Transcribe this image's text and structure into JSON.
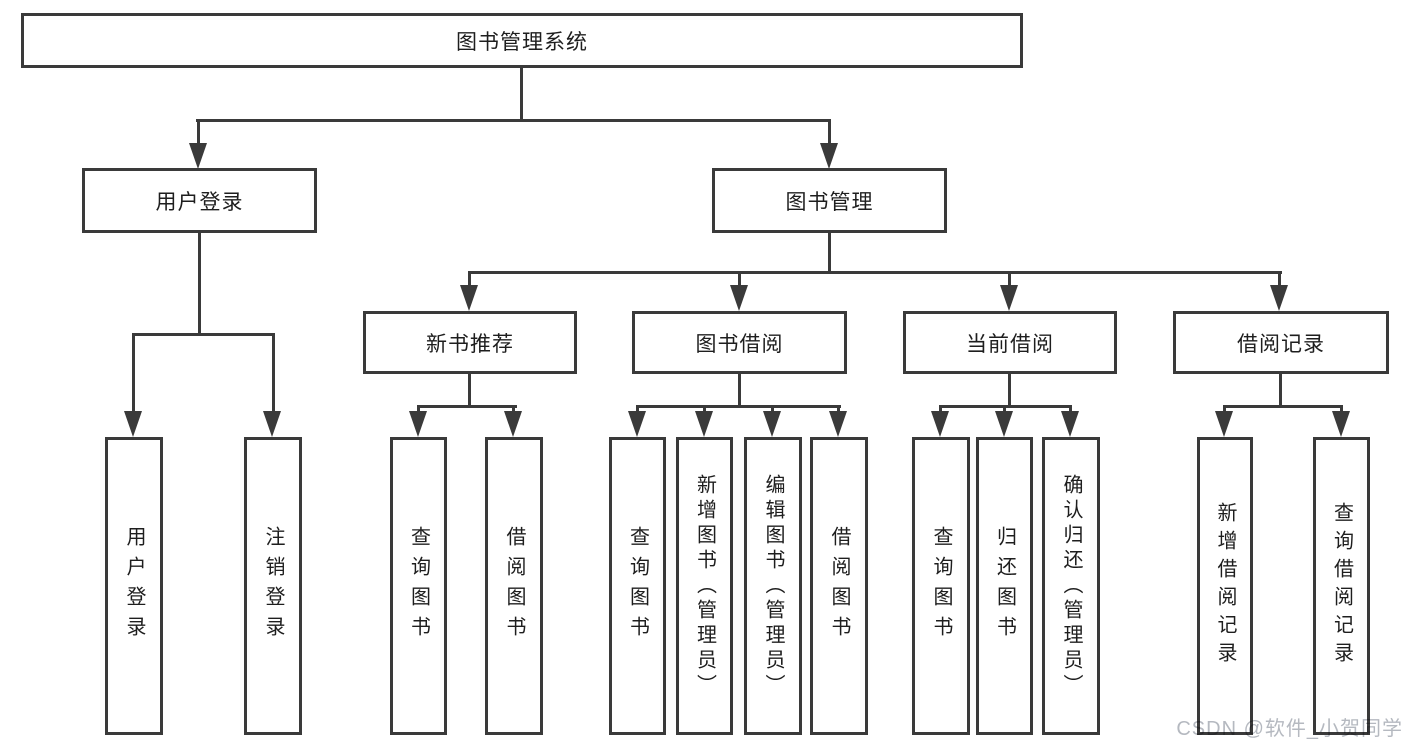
{
  "tree": {
    "root": {
      "label": "图书管理系统"
    },
    "level2": [
      {
        "id": "user-login",
        "label": "用户登录"
      },
      {
        "id": "book-management",
        "label": "图书管理"
      }
    ],
    "level3": [
      {
        "id": "new-book-recommendation",
        "label": "新书推荐",
        "parent": "图书管理"
      },
      {
        "id": "book-borrowing",
        "label": "图书借阅",
        "parent": "图书管理"
      },
      {
        "id": "current-borrowing",
        "label": "当前借阅",
        "parent": "图书管理"
      },
      {
        "id": "borrowing-records",
        "label": "借阅记录",
        "parent": "图书管理"
      }
    ],
    "leaves": [
      {
        "id": "leaf-user-login",
        "label": "用户登录",
        "parent": "用户登录"
      },
      {
        "id": "leaf-logout",
        "label": "注销登录",
        "parent": "用户登录"
      },
      {
        "id": "leaf-query-books-recommend",
        "label": "查询图书",
        "parent": "新书推荐"
      },
      {
        "id": "leaf-borrow-books-recommend",
        "label": "借阅图书",
        "parent": "新书推荐"
      },
      {
        "id": "leaf-query-books-borrow",
        "label": "查询图书",
        "parent": "图书借阅"
      },
      {
        "id": "leaf-add-books-admin",
        "label": "新增图书（管理员）",
        "parent": "图书借阅"
      },
      {
        "id": "leaf-edit-books-admin",
        "label": "编辑图书（管理员）",
        "parent": "图书借阅"
      },
      {
        "id": "leaf-borrow-books",
        "label": "借阅图书",
        "parent": "图书借阅"
      },
      {
        "id": "leaf-query-books-current",
        "label": "查询图书",
        "parent": "当前借阅"
      },
      {
        "id": "leaf-return-books",
        "label": "归还图书",
        "parent": "当前借阅"
      },
      {
        "id": "leaf-confirm-return-admin",
        "label": "确认归还（管理员）",
        "parent": "当前借阅"
      },
      {
        "id": "leaf-add-borrow-record",
        "label": "新增借阅记录",
        "parent": "借阅记录"
      },
      {
        "id": "leaf-query-borrow-record",
        "label": "查询借阅记录",
        "parent": "借阅记录"
      }
    ]
  },
  "watermark": {
    "text": "CSDN @软件_小贺同学"
  },
  "colors": {
    "line": "#3a3a3a",
    "border": "#3a3a3a",
    "text": "#1e1e1e",
    "watermark": "#b5b9c0",
    "background": "#ffffff"
  }
}
